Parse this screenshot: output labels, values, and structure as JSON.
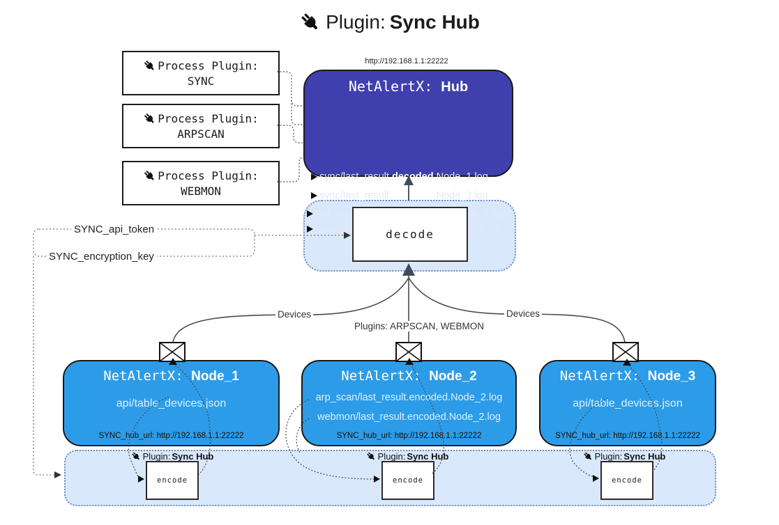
{
  "colors": {
    "hub-fill": "#3f3fae",
    "hub-text": "#e8e8f6",
    "node-fill": "#2d9ce8",
    "node-text": "#ffffff",
    "node-subtext": "#dceffc",
    "panel-fill": "#dae8fc",
    "panel-border": "#6c8ebf",
    "line": "#4a4a4a",
    "dotted": "#555555",
    "arrow-dark": "#3d4d5e",
    "border-dark": "#1a1a1a"
  },
  "title": {
    "prefix": "Plugin: ",
    "name": "Sync Hub"
  },
  "process_plugins": [
    {
      "label": "Process Plugin:",
      "name": "SYNC"
    },
    {
      "label": "Process Plugin:",
      "name": "ARPSCAN"
    },
    {
      "label": "Process Plugin:",
      "name": "WEBMON"
    }
  ],
  "hub": {
    "url": "http://192.168.1.1:22222",
    "title_prefix": "NetAlertX: ",
    "title_name": "Hub",
    "logs": [
      {
        "pre": "sync/last_result.",
        "bold": "decoded",
        "post": ".Node_1.log"
      },
      {
        "pre": "sync/last_result.",
        "bold": "decoded",
        "post": ".Node_3.log"
      },
      {
        "pre": "arp_scan/last_result.",
        "bold": "decoded",
        "post": ".Node_2.log"
      },
      {
        "pre": "webmon/last_result.",
        "bold": "decoded",
        "post": ".Node_2.log"
      }
    ]
  },
  "decode_label": "decode",
  "settings": {
    "api_token": "SYNC_api_token",
    "encryption_key": "SYNC_encryption_key"
  },
  "edge_labels": {
    "devices_left": "Devices",
    "devices_right": "Devices",
    "plugins": "Plugins: ARPSCAN, WEBMON"
  },
  "nodes": [
    {
      "title_prefix": "NetAlertX: ",
      "title_name": "Node_1",
      "lines": [
        "api/table_devices.json"
      ],
      "hub_url": "SYNC_hub_url: http://192.168.1.1:22222"
    },
    {
      "title_prefix": "NetAlertX: ",
      "title_name": "Node_2",
      "lines": [
        "arp_scan/last_result.encoded.Node_2.log",
        "webmon/last_result.encoded.Node_2.log"
      ],
      "hub_url": "SYNC_hub_url: http://192.168.1.1:22222"
    },
    {
      "title_prefix": "NetAlertX: ",
      "title_name": "Node_3",
      "lines": [
        "api/table_devices.json"
      ],
      "hub_url": "SYNC_hub_url: http://192.168.1.1:22222"
    }
  ],
  "encoder": {
    "label_prefix": "Plugin: ",
    "label_name": "Sync Hub",
    "box_label": "encode"
  }
}
